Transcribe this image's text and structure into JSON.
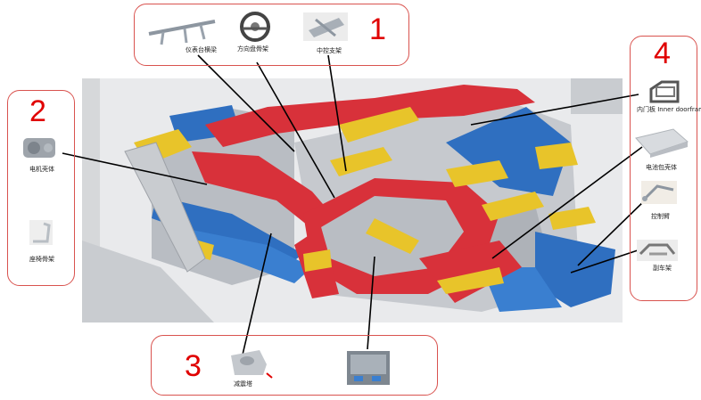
{
  "callouts": {
    "1": {
      "number": "1",
      "items": [
        "仪表台横梁",
        "方向盘骨架",
        "中控支架"
      ]
    },
    "2": {
      "number": "2",
      "items": [
        "电机壳体",
        "座椅骨架"
      ]
    },
    "3": {
      "number": "3",
      "items": [
        "减震塔"
      ]
    },
    "4": {
      "number": "4",
      "items": [
        "内门板 Inner doorframe",
        "电池包壳体",
        "控制臂",
        "副车架"
      ]
    }
  },
  "colors": {
    "callout_border": "#d9534f",
    "callout_number": "#e00000",
    "frame_red": "#d8313a",
    "frame_blue": "#2f6fc0",
    "frame_yellow": "#e8c42a",
    "frame_gray": "#b8bcc2"
  }
}
